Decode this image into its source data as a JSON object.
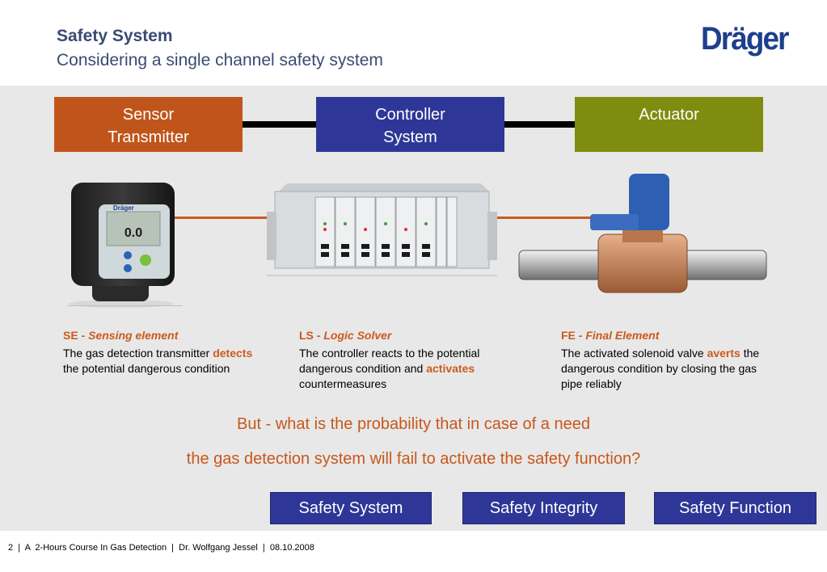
{
  "header": {
    "title": "Safety System",
    "subtitle": "Considering a single channel safety system",
    "logo_text": "Dräger"
  },
  "boxes": [
    {
      "line1": "Sensor",
      "line2": "Transmitter",
      "color": "#c0551b"
    },
    {
      "line1": "Controller",
      "line2": "System",
      "color": "#2e3797"
    },
    {
      "line1": "Actuator",
      "line2": "",
      "color": "#7f8c0f"
    }
  ],
  "display_reading": "0.0",
  "device_brand": "Dräger",
  "captions": {
    "se": {
      "abbr": "SE - ",
      "name": "Sensing element",
      "pre": "The gas detection transmitter ",
      "hl": "detects",
      "post": " the potential dangerous condition"
    },
    "ls": {
      "abbr": "LS - ",
      "name": "Logic Solver",
      "pre": "The controller reacts to the potential dangerous condition and ",
      "hl": "activates",
      "post": " countermeasures"
    },
    "fe": {
      "abbr": "FE - ",
      "name": "Final Element",
      "pre": "The activated solenoid valve ",
      "hl": "averts",
      "post": " the dangerous condition by closing the gas pipe reliably"
    }
  },
  "question": {
    "line1": "But - what is the probability that in case of a need",
    "line2": "the gas detection system will fail to activate the safety function?"
  },
  "buttons": {
    "safety_system": "Safety System",
    "safety_integrity": "Safety Integrity",
    "safety_function": "Safety Function"
  },
  "footer": {
    "text": "2  |  A  2-Hours Course In Gas Detection  |  Dr. Wolfgang Jessel  |  08.10.2008"
  },
  "colors": {
    "accent_orange": "#cc5a1d",
    "title_blue": "#3a4a73",
    "button_blue": "#2e3797"
  }
}
